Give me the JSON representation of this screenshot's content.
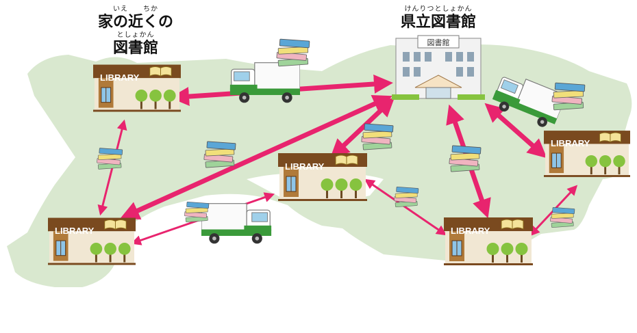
{
  "titles": {
    "home_line1": "家の近くの",
    "home_line1_ruby": "いえ　　ちか",
    "home_line2": "図書館",
    "home_line2_ruby": "としょかん",
    "pref": "県立図書館",
    "pref_ruby": "けんりつとしょかん"
  },
  "pref_building_sign": "図書館",
  "library_sign": "LIBRARY",
  "colors": {
    "map": "#d9e8cf",
    "arrow": "#e8246e",
    "building_roof": "#7a4a1f",
    "building_wall": "#f1e7d3",
    "tree": "#86c33f",
    "truck_green": "#3a9a3a",
    "book_blue": "#5aa6d6",
    "book_yellow": "#f1df7a",
    "book_green": "#9fd39a",
    "book_pink": "#f0b4c0"
  },
  "icons": [
    "library-building-icon",
    "prefectural-library-icon",
    "delivery-truck-icon",
    "book-stack-icon",
    "tree-icon",
    "open-book-icon",
    "door-icon"
  ]
}
